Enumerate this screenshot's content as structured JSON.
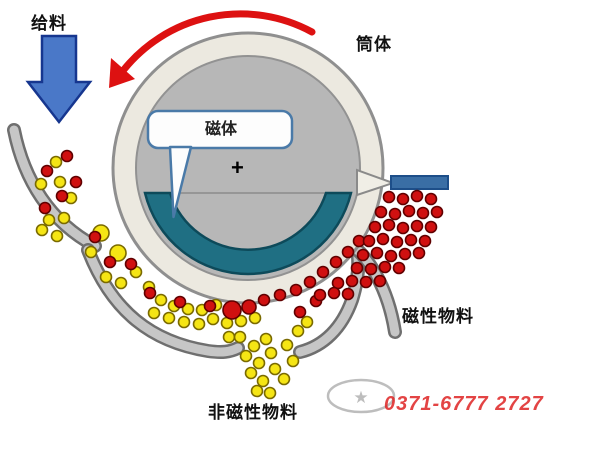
{
  "labels": {
    "feed": "给料",
    "drum": "筒体",
    "magnet": "磁体",
    "magnetic_material": "磁性物料",
    "non_magnetic_material": "非磁性物料",
    "center_mark": "+"
  },
  "watermark": {
    "phone": "0371-6777 2727",
    "star_icon": "★"
  },
  "colors": {
    "feed_arrow": "#4a78c8",
    "feed_arrow_edge": "#16368f",
    "rotation_arrow": "#dd1111",
    "drum_ring": "#ece9e0",
    "drum_ring_edge": "#8f8f8f",
    "drum_inner": "#b7b7b7",
    "drum_inner_edge": "#929292",
    "magnet_arc": "#1f6f83",
    "magnet_arc_edge": "#0d4a5a",
    "callout_border": "#4a7aa8",
    "callout_fill": "#fdfdfd",
    "chute_edge": "#6f6f6f",
    "chute_fill": "#c6c6c6",
    "scraper_bar": "#3a6ea5",
    "scraper_bar_edge": "#1d4e89",
    "scraper_wedge": "#f0eee6",
    "dot_red": "#d01010",
    "dot_red_edge": "#600000",
    "dot_yellow": "#f5e514",
    "dot_yellow_edge": "#7a6a00",
    "watermark_red": "#de2323",
    "watermark_gray": "#a8a8a8"
  },
  "dots": {
    "red": [
      [
        67,
        156
      ],
      [
        47,
        171
      ],
      [
        76,
        182
      ],
      [
        62,
        196
      ],
      [
        45,
        208
      ],
      [
        95,
        237
      ],
      [
        110,
        262
      ],
      [
        131,
        264
      ],
      [
        150,
        293
      ],
      [
        180,
        302
      ],
      [
        210,
        306
      ],
      [
        232,
        310,
        9
      ],
      [
        249,
        307,
        7
      ],
      [
        264,
        300
      ],
      [
        280,
        295
      ],
      [
        296,
        290
      ],
      [
        310,
        282
      ],
      [
        323,
        272
      ],
      [
        300,
        312
      ],
      [
        316,
        301
      ],
      [
        336,
        262
      ],
      [
        348,
        252
      ],
      [
        359,
        241
      ],
      [
        389,
        197
      ],
      [
        403,
        199
      ],
      [
        417,
        196
      ],
      [
        431,
        199
      ],
      [
        381,
        212
      ],
      [
        395,
        214
      ],
      [
        409,
        211
      ],
      [
        423,
        213
      ],
      [
        437,
        212
      ],
      [
        375,
        227
      ],
      [
        389,
        225
      ],
      [
        403,
        228
      ],
      [
        417,
        226
      ],
      [
        431,
        227
      ],
      [
        369,
        241
      ],
      [
        383,
        239
      ],
      [
        397,
        242
      ],
      [
        411,
        240
      ],
      [
        425,
        241
      ],
      [
        363,
        255
      ],
      [
        377,
        253
      ],
      [
        391,
        256
      ],
      [
        405,
        254
      ],
      [
        419,
        253
      ],
      [
        357,
        268
      ],
      [
        371,
        269
      ],
      [
        385,
        267
      ],
      [
        399,
        268
      ],
      [
        338,
        283
      ],
      [
        352,
        281
      ],
      [
        366,
        282
      ],
      [
        380,
        281
      ],
      [
        320,
        295
      ],
      [
        334,
        293
      ],
      [
        348,
        294
      ]
    ],
    "yellow": [
      [
        56,
        162
      ],
      [
        41,
        184
      ],
      [
        60,
        182
      ],
      [
        71,
        198
      ],
      [
        49,
        220
      ],
      [
        64,
        218
      ],
      [
        42,
        230
      ],
      [
        57,
        236
      ],
      [
        101,
        233,
        8
      ],
      [
        118,
        253,
        8
      ],
      [
        91,
        252
      ],
      [
        106,
        277
      ],
      [
        121,
        283
      ],
      [
        136,
        272
      ],
      [
        149,
        287
      ],
      [
        161,
        300
      ],
      [
        174,
        306
      ],
      [
        188,
        309
      ],
      [
        154,
        313
      ],
      [
        169,
        318
      ],
      [
        184,
        322
      ],
      [
        199,
        324
      ],
      [
        213,
        319
      ],
      [
        227,
        323
      ],
      [
        241,
        321
      ],
      [
        202,
        310
      ],
      [
        216,
        305
      ],
      [
        255,
        318
      ],
      [
        229,
        337
      ],
      [
        240,
        337
      ],
      [
        254,
        346
      ],
      [
        266,
        339
      ],
      [
        246,
        356
      ],
      [
        259,
        363
      ],
      [
        271,
        353
      ],
      [
        251,
        373
      ],
      [
        263,
        381
      ],
      [
        275,
        369
      ],
      [
        257,
        391
      ],
      [
        270,
        393
      ],
      [
        284,
        379
      ],
      [
        293,
        361
      ],
      [
        287,
        345
      ],
      [
        298,
        331
      ],
      [
        307,
        322
      ]
    ]
  }
}
